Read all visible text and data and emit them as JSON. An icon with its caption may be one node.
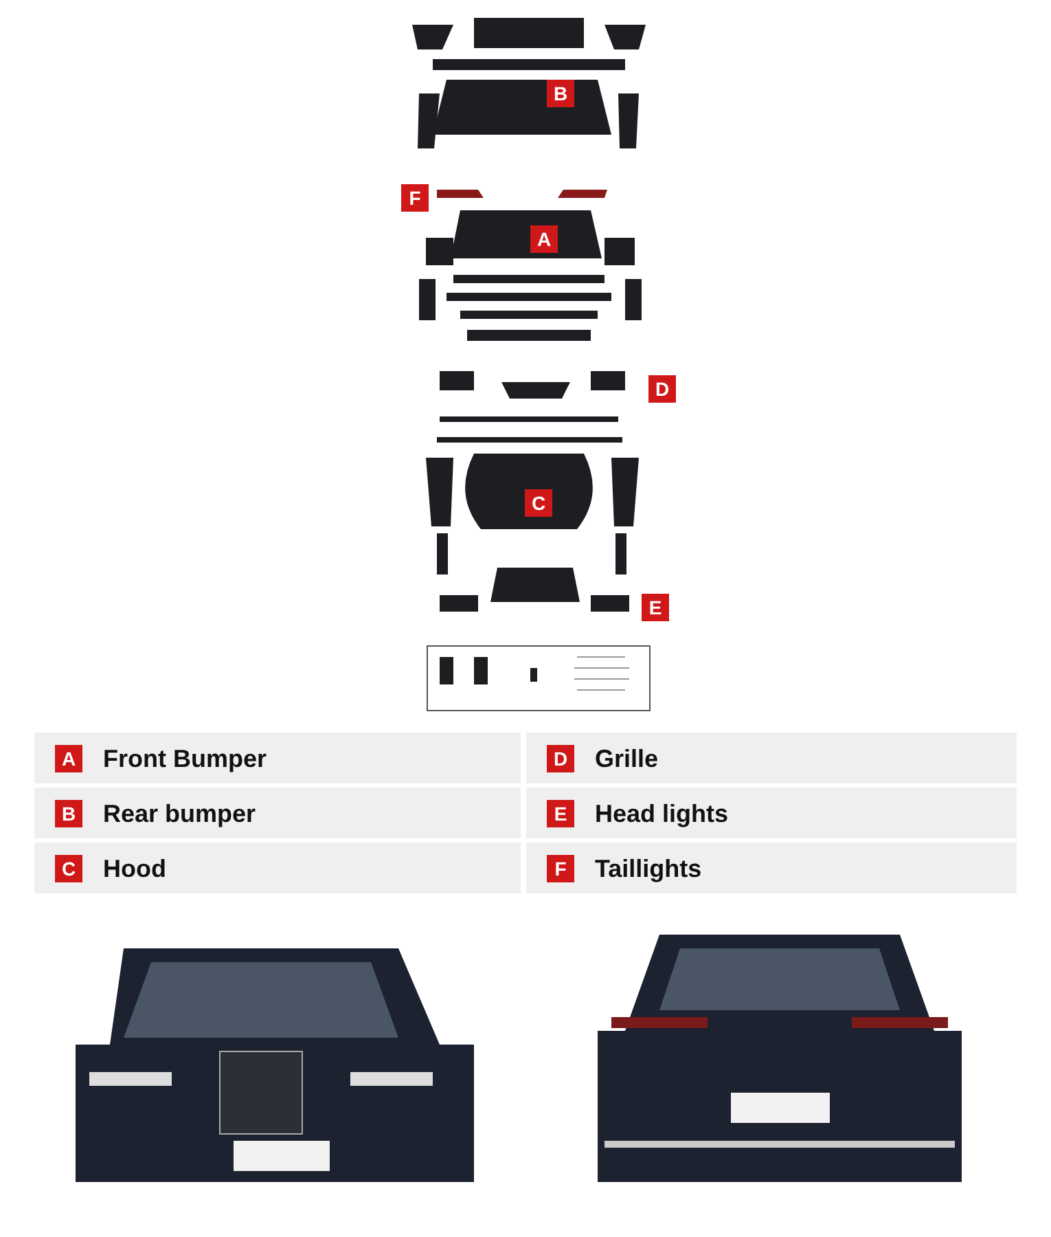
{
  "diagram": {
    "labels": [
      "B",
      "F",
      "A",
      "D",
      "C",
      "E",
      "A",
      "Front Bumper",
      "D",
      "Grille",
      "B",
      "Rear bumper",
      "E",
      "Head lights",
      "C",
      "Hood",
      "F",
      "Taillights"
    ]
  }
}
